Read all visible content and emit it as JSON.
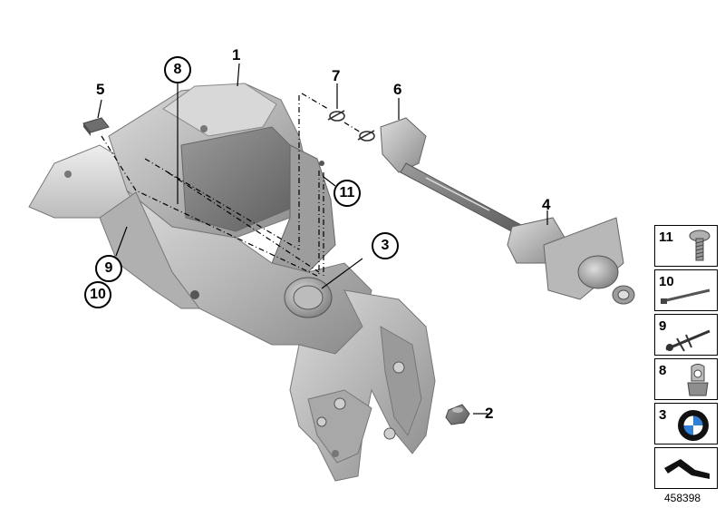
{
  "callouts": {
    "c1": "1",
    "c2": "2",
    "c3": "3",
    "c4": "4",
    "c5": "5",
    "c6": "6",
    "c7": "7",
    "c8": "8",
    "c9": "9",
    "c10": "10",
    "c11": "11"
  },
  "legend": {
    "items": [
      {
        "number": "11",
        "icon": "screw-icon"
      },
      {
        "number": "10",
        "icon": "cable-tie-icon"
      },
      {
        "number": "9",
        "icon": "cable-holder-icon"
      },
      {
        "number": "8",
        "icon": "clip-nut-icon"
      },
      {
        "number": "3",
        "icon": "bmw-emblem-icon"
      }
    ],
    "last_icon": "arrow-left-icon"
  },
  "doc_number": "458398",
  "colors": {
    "part_light": "#c9c9c9",
    "part_mid": "#a6a6a6",
    "part_dark": "#6f6f6f",
    "line": "#000000"
  }
}
